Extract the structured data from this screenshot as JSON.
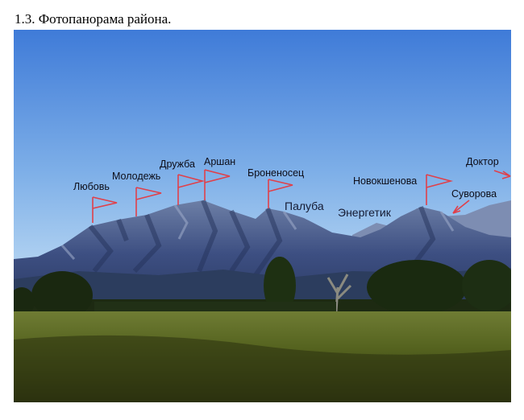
{
  "caption": "1.3. Фотопанорама района.",
  "peaks": {
    "lubov": "Любовь",
    "molodezh": "Молодежь",
    "druzhba": "Дружба",
    "arshan": "Аршан",
    "bronenosec": "Броненосец",
    "paluba": "Палуба",
    "energetik": "Энергетик",
    "novokshenova": "Новокшенова",
    "suvorova": "Суворова",
    "doktor": "Доктор"
  },
  "colors": {
    "flag": "#e0404a",
    "sky_top": "#3f7bd8",
    "sky_bottom": "#a9cdf0",
    "grass": "#5a6a28"
  }
}
